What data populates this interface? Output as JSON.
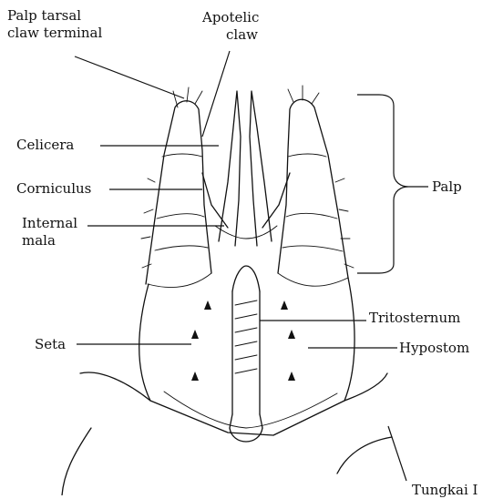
{
  "labels": {
    "palp_tarsal_claw_terminal": [
      "Palp tarsal",
      "claw terminal"
    ],
    "apotelic_claw": [
      "Apotelic",
      "claw"
    ],
    "celicera": "Celicera",
    "corniculus": "Corniculus",
    "internal_mala": [
      "Internal",
      "mala"
    ],
    "palp": "Palp",
    "tritosternum": "Tritosternum",
    "seta": "Seta",
    "hypostom": "Hypostom",
    "tungkai_i": "Tungkai I"
  }
}
